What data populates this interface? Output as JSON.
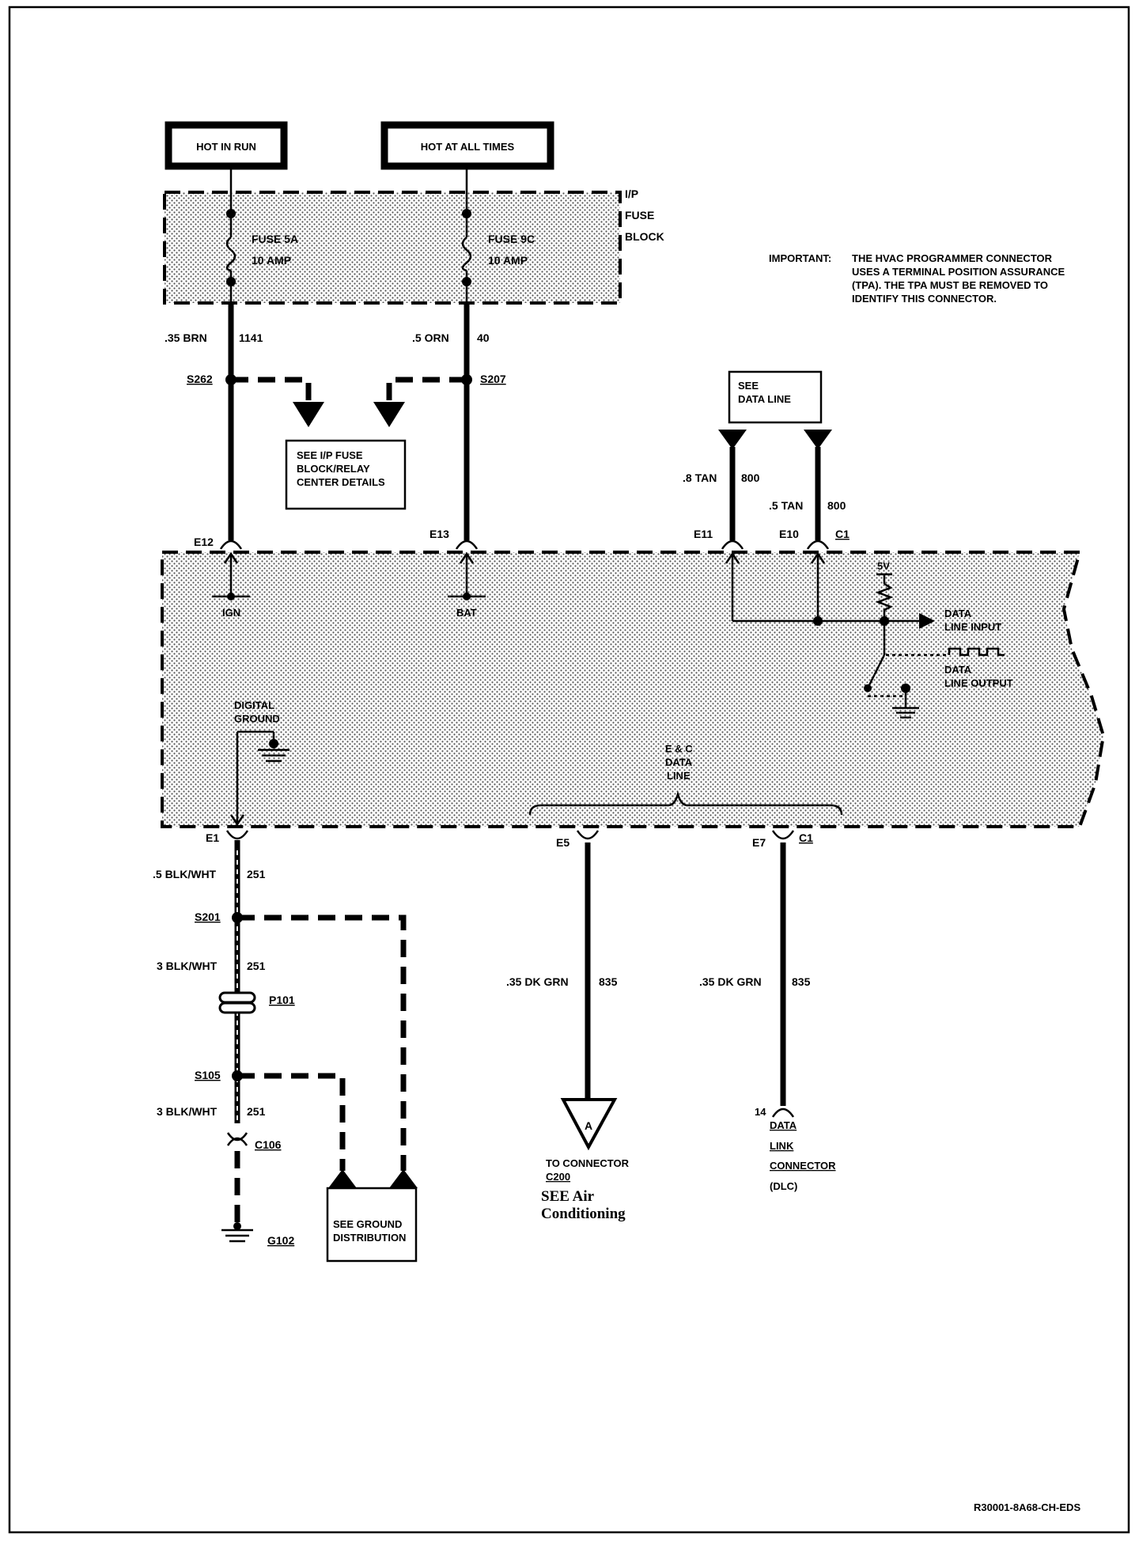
{
  "power": {
    "hot_in_run": "HOT IN RUN",
    "hot_at_all_times": "HOT AT ALL TIMES"
  },
  "fuse_block": {
    "label_1": "I/P",
    "label_2": "FUSE",
    "label_3": "BLOCK",
    "fuse_5a": "FUSE 5A",
    "fuse_5a_rating": "10 AMP",
    "fuse_9c": "FUSE 9C",
    "fuse_9c_rating": "10 AMP"
  },
  "important_note": {
    "heading": "IMPORTANT:",
    "line_1": "THE HVAC PROGRAMMER CONNECTOR",
    "line_2": "USES A TERMINAL POSITION ASSURANCE",
    "line_3": "(TPA). THE TPA MUST BE REMOVED TO",
    "line_4": "IDENTIFY THIS CONNECTOR."
  },
  "wires": {
    "w1141_gauge": ".35 BRN",
    "w1141_circuit": "1141",
    "w40_gauge": ".5 ORN",
    "w40_circuit": "40",
    "w800a_gauge": ".8 TAN",
    "w800a_circuit": "800",
    "w800b_gauge": ".5 TAN",
    "w800b_circuit": "800",
    "w251a_gauge": ".5 BLK/WHT",
    "w251a_circuit": "251",
    "w251b_gauge": "3 BLK/WHT",
    "w251b_circuit": "251",
    "w251c_gauge": "3 BLK/WHT",
    "w251c_circuit": "251",
    "w835a_gauge": ".35 DK GRN",
    "w835a_circuit": "835",
    "w835b_gauge": ".35 DK GRN",
    "w835b_circuit": "835"
  },
  "splices": {
    "s262": "S262",
    "s207": "S207",
    "s201": "S201",
    "s105": "S105",
    "p101": "P101",
    "c106": "C106",
    "g102": "G102"
  },
  "refs": {
    "fuse_details_1": "SEE I/P FUSE",
    "fuse_details_2": "BLOCK/RELAY",
    "fuse_details_3": "CENTER DETAILS",
    "data_line_1": "SEE",
    "data_line_2": "DATA LINE",
    "ground_dist_1": "SEE GROUND",
    "ground_dist_2": "DISTRIBUTION"
  },
  "module": {
    "e12": "E12",
    "e13": "E13",
    "e11": "E11",
    "e10": "E10",
    "c1_top": "C1",
    "e1": "E1",
    "e5": "E5",
    "e7": "E7",
    "c1_bottom": "C1",
    "ign": "IGN",
    "bat": "BAT",
    "five_v": "5V",
    "data_line_input_1": "DATA",
    "data_line_input_2": "LINE INPUT",
    "data_line_output_1": "DATA",
    "data_line_output_2": "LINE OUTPUT",
    "digital_ground_1": "DIGITAL",
    "digital_ground_2": "GROUND",
    "ec_data_1": "E & C",
    "ec_data_2": "DATA",
    "ec_data_3": "LINE"
  },
  "connectors": {
    "a_letter": "A",
    "to_connector": "TO CONNECTOR",
    "c200": "C200",
    "see_ac_1": "SEE Air",
    "see_ac_2": "Conditioning",
    "dlc_pin": "14",
    "dlc_1": "DATA",
    "dlc_2": "LINK",
    "dlc_3": "CONNECTOR",
    "dlc_4": "(DLC)"
  },
  "footer": {
    "code": "R30001-8A68-CH-EDS"
  }
}
